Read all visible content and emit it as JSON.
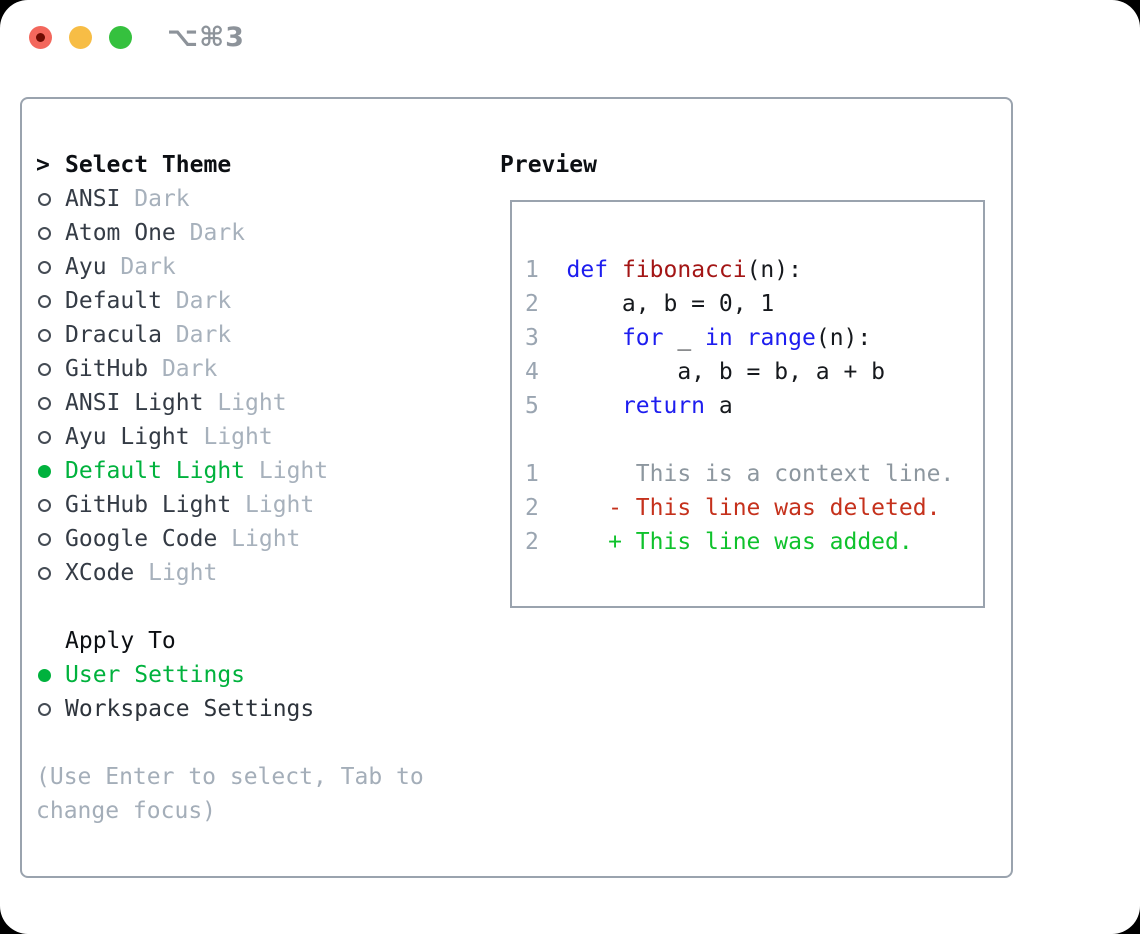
{
  "window": {
    "title": "⌥⌘3"
  },
  "traffic_lights": {
    "close": "#f3675c",
    "close_dot": "#6e0b02",
    "minimize": "#f7bd45",
    "zoom": "#35c13e"
  },
  "theme_picker": {
    "prompt": ">",
    "header": "Select Theme",
    "items": [
      {
        "name": "ANSI",
        "variant": "Dark",
        "selected": false
      },
      {
        "name": "Atom One",
        "variant": "Dark",
        "selected": false
      },
      {
        "name": "Ayu",
        "variant": "Dark",
        "selected": false
      },
      {
        "name": "Default",
        "variant": "Dark",
        "selected": false
      },
      {
        "name": "Dracula",
        "variant": "Dark",
        "selected": false
      },
      {
        "name": "GitHub",
        "variant": "Dark",
        "selected": false
      },
      {
        "name": "ANSI Light",
        "variant": "Light",
        "selected": false
      },
      {
        "name": "Ayu Light",
        "variant": "Light",
        "selected": false
      },
      {
        "name": "Default Light",
        "variant": "Light",
        "selected": true
      },
      {
        "name": "GitHub Light",
        "variant": "Light",
        "selected": false
      },
      {
        "name": "Google Code",
        "variant": "Light",
        "selected": false
      },
      {
        "name": "XCode",
        "variant": "Light",
        "selected": false
      }
    ]
  },
  "apply_to": {
    "header": "Apply To",
    "options": [
      {
        "label": "User Settings",
        "selected": true
      },
      {
        "label": "Workspace Settings",
        "selected": false
      }
    ]
  },
  "hint": {
    "line1": "(Use Enter to select, Tab to",
    "line2": "change focus)"
  },
  "preview": {
    "header": "Preview",
    "code_lines": [
      [
        {
          "t": "1  ",
          "c": "num"
        },
        {
          "t": "def",
          "c": "kw"
        },
        {
          "t": " ",
          "c": "code"
        },
        {
          "t": "fibonacci",
          "c": "fn"
        },
        {
          "t": "(n):",
          "c": "code"
        }
      ],
      [
        {
          "t": "2  ",
          "c": "num"
        },
        {
          "t": "    a, b = 0, 1",
          "c": "code"
        }
      ],
      [
        {
          "t": "3  ",
          "c": "num"
        },
        {
          "t": "    ",
          "c": "code"
        },
        {
          "t": "for",
          "c": "kw"
        },
        {
          "t": " _ ",
          "c": "code"
        },
        {
          "t": "in",
          "c": "kw"
        },
        {
          "t": " ",
          "c": "code"
        },
        {
          "t": "range",
          "c": "kw"
        },
        {
          "t": "(n):",
          "c": "code"
        }
      ],
      [
        {
          "t": "4  ",
          "c": "num"
        },
        {
          "t": "        a, b = b, a + b",
          "c": "code"
        }
      ],
      [
        {
          "t": "5  ",
          "c": "num"
        },
        {
          "t": "    ",
          "c": "code"
        },
        {
          "t": "return",
          "c": "kw"
        },
        {
          "t": " a",
          "c": "code"
        }
      ],
      [],
      [
        {
          "t": "1  ",
          "c": "num"
        },
        {
          "t": "     This is a context line.",
          "c": "ctx"
        }
      ],
      [
        {
          "t": "2  ",
          "c": "num"
        },
        {
          "t": "   - This line was deleted.",
          "c": "del"
        }
      ],
      [
        {
          "t": "2  ",
          "c": "num"
        },
        {
          "t": "   + This line was added.",
          "c": "add"
        }
      ]
    ]
  },
  "colors": {
    "green": "#00b23d",
    "kw": "#1d1def",
    "fn": "#a31515",
    "del": "#c5311c",
    "add": "#0fc22c",
    "ln": "#9aa5b1",
    "ctx": "#8d979f",
    "item": "#343b45",
    "variant": "#a7b1bc",
    "hint": "#a4aeb9",
    "header": "#0c0f13",
    "code": "#16191d",
    "border": "#9aa3ae",
    "title": "#8d939a",
    "tlRed": "#f3675c",
    "tlRedDot": "#6e0b02",
    "tlYellow": "#f7bd45",
    "tlGreen": "#35c13e"
  }
}
